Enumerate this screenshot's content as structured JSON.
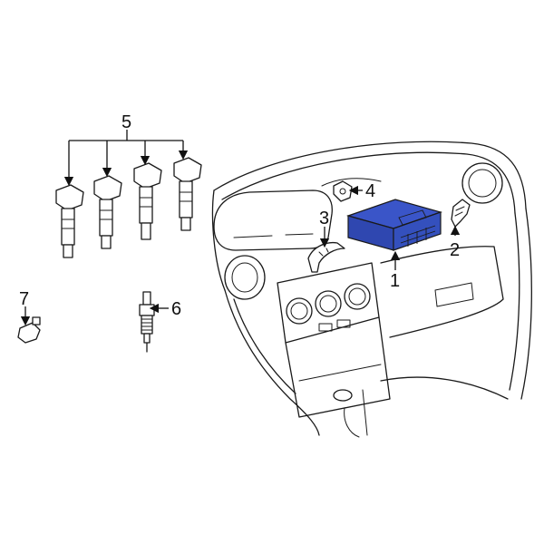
{
  "diagram": {
    "highlight_color": "#3a55c8",
    "line_color": "#1a1a1a",
    "callouts": [
      {
        "id": "1",
        "label": "1"
      },
      {
        "id": "2",
        "label": "2"
      },
      {
        "id": "3",
        "label": "3"
      },
      {
        "id": "4",
        "label": "4"
      },
      {
        "id": "5",
        "label": "5"
      },
      {
        "id": "6",
        "label": "6"
      },
      {
        "id": "7",
        "label": "7"
      }
    ]
  }
}
